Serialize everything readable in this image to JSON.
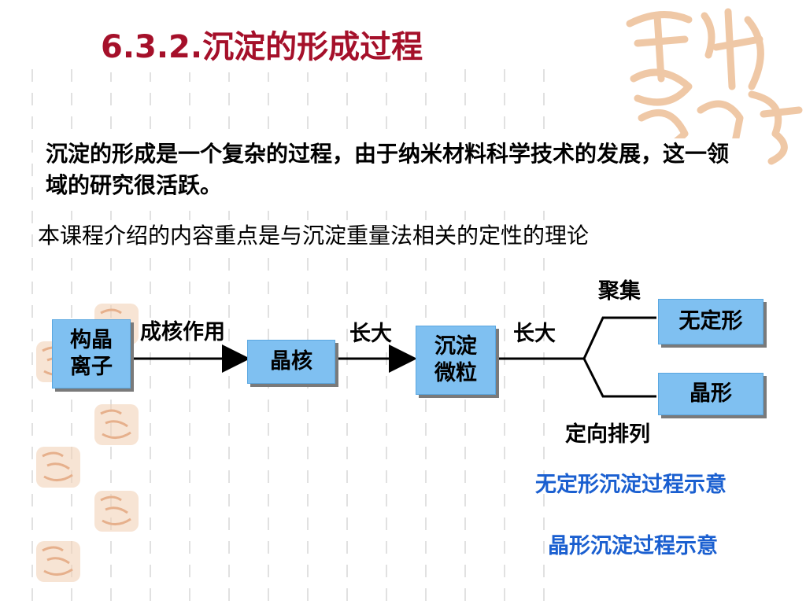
{
  "title": "6.3.2.沉淀的形成过程",
  "intro": "沉淀的形成是一个复杂的过程，由于纳米材料科学技术的发展，这一领域的研究很活跃。",
  "focus": "本课程介绍的内容重点是与沉淀重量法相关的定性的理论",
  "diagram": {
    "nodes": {
      "ions": [
        "构晶",
        "离子"
      ],
      "nucleus": "晶核",
      "particle": [
        "沉淀",
        "微粒"
      ],
      "amorphous": "无定形",
      "crystalline": "晶形"
    },
    "edges": {
      "nucleation": "成核作用",
      "grow1": "长大",
      "grow2": "长大",
      "aggregate": "聚集",
      "orient": "定向排列"
    }
  },
  "captions": {
    "amorphous_process": "无定形沉淀过程示意",
    "crystal_process": "晶形沉淀过程示意"
  },
  "colors": {
    "title": "#a5102a",
    "box_fill": "#7fc0f1",
    "caption": "#1a5fd0",
    "seal": "#e8b48a"
  }
}
